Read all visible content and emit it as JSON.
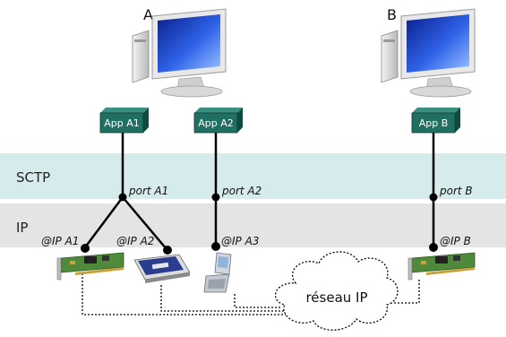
{
  "hosts": {
    "a_label": "A",
    "b_label": "B"
  },
  "layers": {
    "sctp_label": "SCTP",
    "ip_label": "IP"
  },
  "apps": {
    "a1": "App A1",
    "a2": "App A2",
    "b": "App B"
  },
  "ports": {
    "a1": "port A1",
    "a2": "port A2",
    "b": "port B"
  },
  "ip_addresses": {
    "a1": "@IP A1",
    "a2": "@IP A2",
    "a3": "@IP A3",
    "b": "@IP B"
  },
  "network": {
    "label": "réseau IP"
  },
  "colors": {
    "sctp_band": "#d6ecec",
    "ip_band": "#e4e4e4",
    "app_box": "#1f6f62",
    "app_box_side": "#0f4a40",
    "link": "#000000"
  },
  "icons": {
    "computer": "computer-monitor-icon",
    "nic": "network-card-icon",
    "pcmcia": "pcmcia-card-icon",
    "phone": "flip-phone-icon",
    "cloud": "cloud-icon"
  }
}
